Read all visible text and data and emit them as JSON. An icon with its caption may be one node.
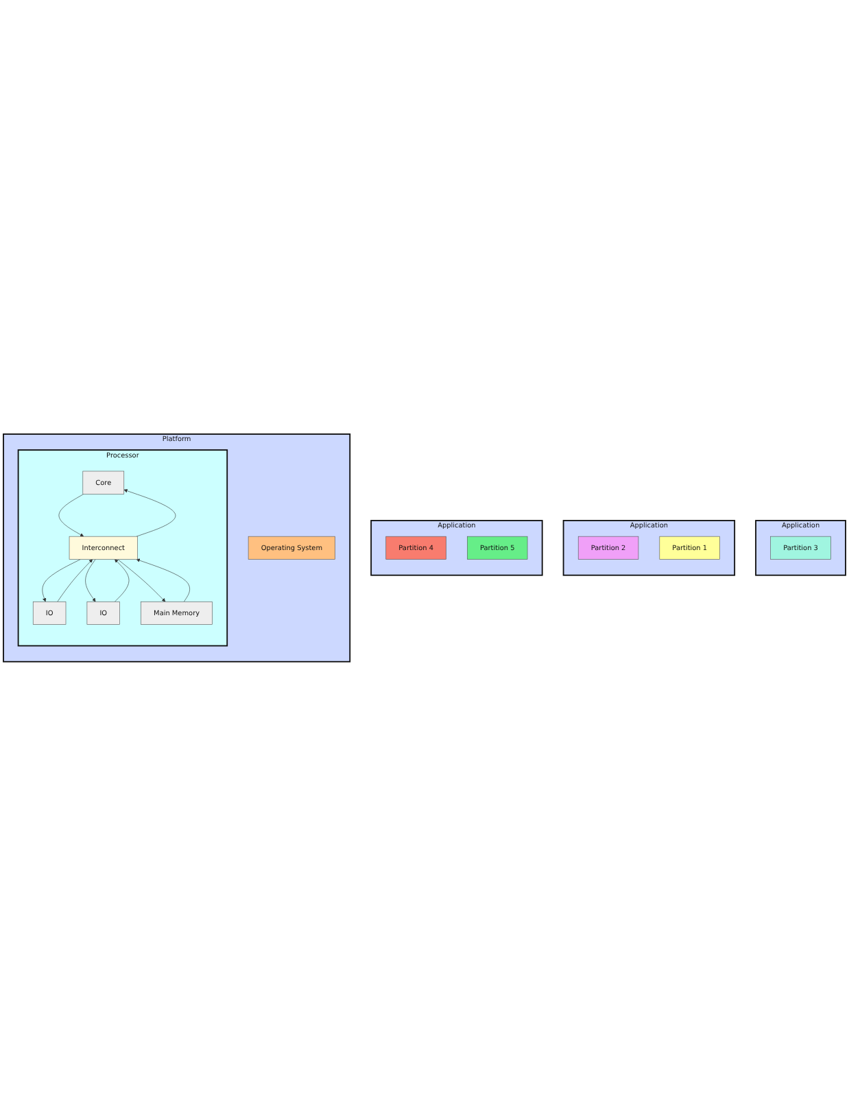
{
  "diagram": {
    "nodes": [
      {
        "text": [
          "Application"
        ]
      },
      {
        "text": [
          "Partition 3"
        ],
        "in": 0
      },
      {
        "text": [
          "Application"
        ]
      },
      {
        "text": [
          "Partition 2"
        ],
        "in": 2
      },
      {
        "text": [
          "Partition 1"
        ],
        "in": 2
      },
      {
        "text": [
          "Application"
        ]
      },
      {
        "text": [
          "Partition 4"
        ],
        "in": 5
      },
      {
        "text": [
          "Partition 5"
        ],
        "in": 5
      },
      {
        "text": [
          "Platform"
        ]
      },
      {
        "text": [
          "Operating System"
        ],
        "in": 8
      },
      {
        "text": [
          "Processor"
        ],
        "in": 8
      },
      {
        "text": [
          "Core"
        ],
        "in": 10
      },
      {
        "text": [
          "IO"
        ],
        "in": 10
      },
      {
        "text": [
          "Interconnect"
        ],
        "in": 10
      },
      {
        "text": [
          "IO"
        ],
        "in": 10
      },
      {
        "text": [
          "Main Memory"
        ],
        "in": 10
      }
    ],
    "edges": [
      {
        "from": 13,
        "to": 11,
        "arrow": "to"
      },
      {
        "from": 11,
        "to": 13,
        "arrow": "to"
      },
      {
        "from": 13,
        "to": 12,
        "arrow": "to"
      },
      {
        "from": 12,
        "to": 13,
        "arrow": "to"
      },
      {
        "from": 14,
        "to": 13,
        "arrow": "to"
      },
      {
        "from": 13,
        "to": 14,
        "arrow": "to"
      },
      {
        "from": 13,
        "to": 15,
        "arrow": "to"
      },
      {
        "from": 15,
        "to": 13,
        "arrow": "to"
      }
    ]
  }
}
